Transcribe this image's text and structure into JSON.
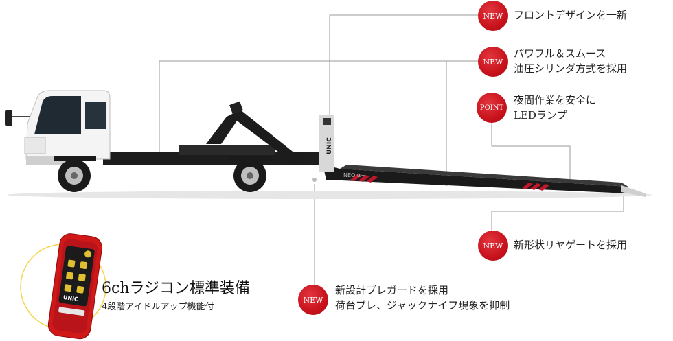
{
  "callouts": [
    {
      "badge": "NEW",
      "lines": [
        "フロントデザインを一新"
      ]
    },
    {
      "badge": "NEW",
      "lines": [
        "パワフル＆スムース",
        "油圧シリンダ方式を採用"
      ]
    },
    {
      "badge": "POINT",
      "lines": [
        "夜間作業を安全に",
        "LEDランプ"
      ]
    },
    {
      "badge": "NEW",
      "lines": [
        "新形状リヤゲートを採用"
      ]
    },
    {
      "badge": "NEW",
      "lines": [
        "新設計ブレガードを採用",
        "荷台ブレ、ジャックナイフ現象を抑制"
      ]
    }
  ],
  "remote": {
    "title": "6chラジコン標準装備",
    "subtitle": "4段階アイドルアップ機能付",
    "brand": "UNIC"
  },
  "truck": {
    "mast_label": "UNIC",
    "deck_label": "NEO α+"
  },
  "colors": {
    "badge_red": "#c8121c",
    "truck_white": "#f4f4f4",
    "deck_black": "#1a1a1a",
    "stripe_red": "#c0182a",
    "remote_red": "#d01818",
    "ring_yellow": "#f2d54a"
  }
}
